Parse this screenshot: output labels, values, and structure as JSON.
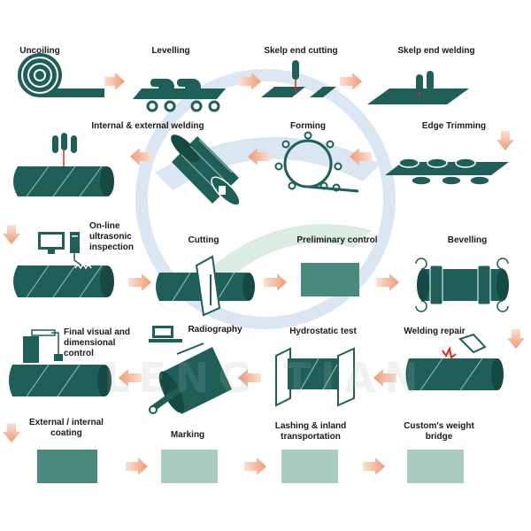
{
  "colors": {
    "pipe": "#1e5f57",
    "pipe_dark": "#154a43",
    "arrow": "#f0a27e",
    "box_dark": "#4a8a7c",
    "box_light": "#a9cbc2",
    "spark": "#e0261b",
    "watermark_blue": "#3a78b8",
    "watermark_green": "#3f9a5a"
  },
  "watermark": {
    "text": "LENG TIAN"
  },
  "steps": [
    {
      "id": "uncoiling",
      "label": "Uncoiling",
      "icon": "coil-icon"
    },
    {
      "id": "levelling",
      "label": "Levelling",
      "icon": "levelling-rollers-icon"
    },
    {
      "id": "skelp-end-cutting",
      "label": "Skelp end cutting",
      "icon": "cutting-torch-icon"
    },
    {
      "id": "skelp-end-welding",
      "label": "Skelp end welding",
      "icon": "welding-torch-icon"
    },
    {
      "id": "edge-trimming",
      "label": "Edge Trimming",
      "icon": "trimming-discs-icon"
    },
    {
      "id": "forming",
      "label": "Forming",
      "icon": "forming-rolls-icon"
    },
    {
      "id": "internal-external-welding",
      "label": "Internal & external welding",
      "icon": "spiral-weld-icon"
    },
    {
      "id": "online-ultrasonic-inspection",
      "label": "On-line\nultrasonic\ninspection",
      "icon": "ultrasonic-monitor-icon"
    },
    {
      "id": "cutting",
      "label": "Cutting",
      "icon": "pipe-cutter-icon"
    },
    {
      "id": "preliminary-control",
      "label": "Preliminary control",
      "icon": "control-box-icon"
    },
    {
      "id": "bevelling",
      "label": "Bevelling",
      "icon": "bevelling-icon"
    },
    {
      "id": "welding-repair",
      "label": "Welding repair",
      "icon": "repair-torch-icon"
    },
    {
      "id": "hydrostatic-test",
      "label": "Hydrostatic test",
      "icon": "hydrostatic-press-icon"
    },
    {
      "id": "radiography",
      "label": "Radiography",
      "icon": "xray-icon"
    },
    {
      "id": "final-visual-dimensional-control",
      "label": "Final visual and\ndimensional\ncontrol",
      "icon": "gauge-icon"
    },
    {
      "id": "external-internal-coating",
      "label": "External / internal\ncoating",
      "icon": "coating-box-icon"
    },
    {
      "id": "marking",
      "label": "Marking",
      "icon": "marking-box-icon"
    },
    {
      "id": "lashing-inland-transportation",
      "label": "Lashing & inland\ntransportation",
      "icon": "transport-box-icon"
    },
    {
      "id": "customs-weight-bridge",
      "label": "Custom's weight\nbridge",
      "icon": "weight-bridge-box-icon"
    }
  ]
}
